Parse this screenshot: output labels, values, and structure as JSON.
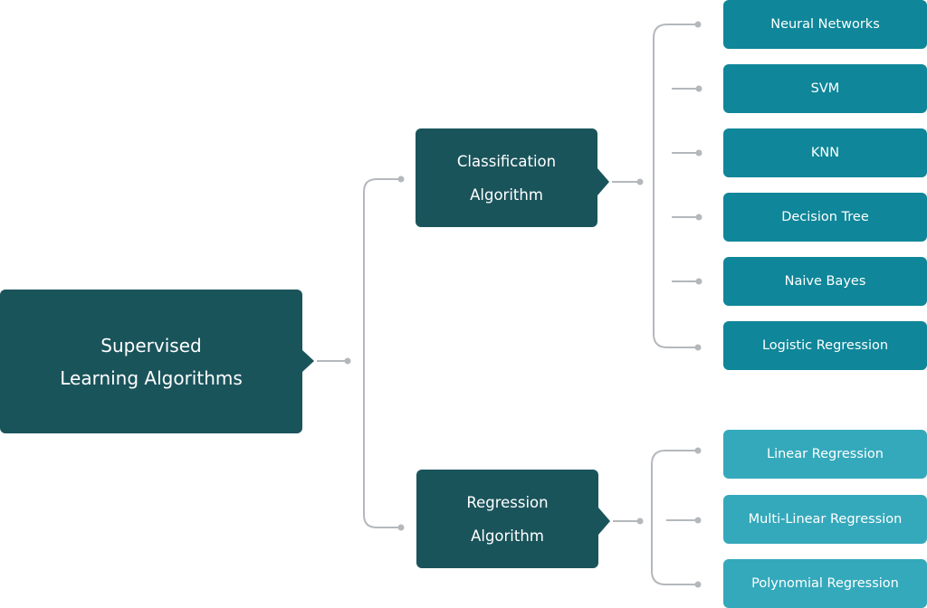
{
  "colors": {
    "root_fill": "#1a545b",
    "category_fill": "#1a545b",
    "classification_leaf_fill": "#0f8699",
    "regression_leaf_fill": "#34a9bb",
    "connector": "#b4b8bd"
  },
  "root": {
    "label": "Supervised\nLearning Algorithms"
  },
  "categories": [
    {
      "label": "Classification\nAlgorithm",
      "children": [
        "Neural Networks",
        "SVM",
        "KNN",
        "Decision Tree",
        "Naive Bayes",
        "Logistic Regression"
      ]
    },
    {
      "label": "Regression\nAlgorithm",
      "children": [
        "Linear Regression",
        "Multi-Linear Regression",
        "Polynomial Regression"
      ]
    }
  ]
}
